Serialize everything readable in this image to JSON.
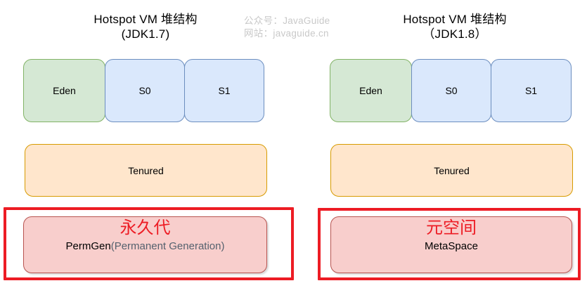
{
  "watermark": {
    "line1": "公众号：JavaGuide",
    "line2": "网站：javaguide.cn"
  },
  "colors": {
    "eden_fill": "#d5e8d4",
    "eden_stroke": "#82b366",
    "survivor_fill": "#dae8fc",
    "survivor_stroke": "#6c8ebf",
    "tenured_fill": "#ffe6cc",
    "tenured_stroke": "#d79b00",
    "perm_fill": "#f8cecc",
    "perm_stroke": "#b85450",
    "highlight_red": "#ed1c24",
    "watermark_gray": "#c9c9c9",
    "paren_text_gray": "#55616e"
  },
  "diagrams": [
    {
      "title_line1": "Hotspot VM 堆结构",
      "title_line2": "(JDK1.7)",
      "eden_label": "Eden",
      "s0_label": "S0",
      "s1_label": "S1",
      "tenured_label": "Tenured",
      "bottom_headline": "永久代",
      "bottom_text_main": "PermGen",
      "bottom_text_paren": "(Permanent Generation)"
    },
    {
      "title_line1": "Hotspot VM 堆结构",
      "title_line2": "（JDK1.8）",
      "eden_label": "Eden",
      "s0_label": "S0",
      "s1_label": "S1",
      "tenured_label": "Tenured",
      "bottom_headline": "元空间",
      "bottom_text_main": "MetaSpace",
      "bottom_text_paren": ""
    }
  ]
}
